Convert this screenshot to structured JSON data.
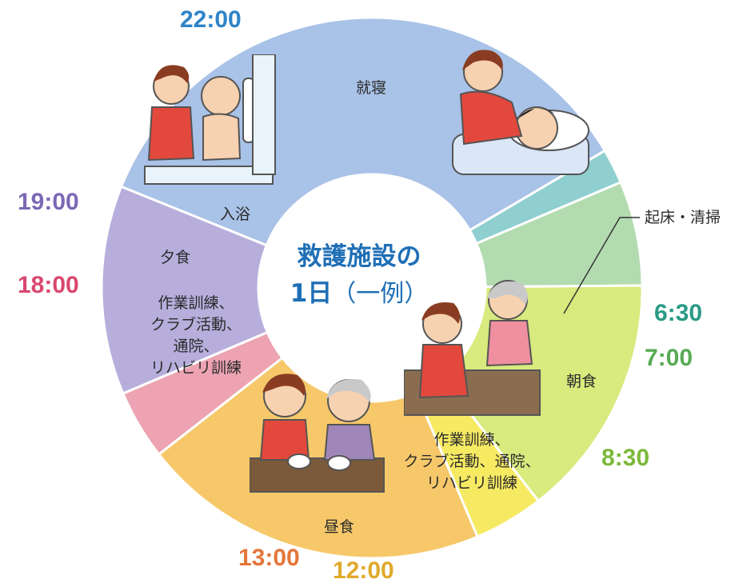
{
  "title": "救護施設の",
  "subtitle_day": "1日",
  "subtitle_example": "（一例）",
  "colors": {
    "sleep": "#a9c2e7",
    "wake": "#8fcfd0",
    "breakfast": "#b3dbb0",
    "work_am": "#d9ea7e",
    "lunch": "#f6ea63",
    "work_pm": "#f6c86a",
    "dinner": "#eda3b1",
    "bath": "#b7aedc",
    "title": "#1f6fb6"
  },
  "segments": [
    {
      "id": "sleep",
      "label": "就寝",
      "start": "22:00",
      "end": "6:30"
    },
    {
      "id": "wake",
      "label": "起床・清掃",
      "start": "6:30",
      "end": "7:00"
    },
    {
      "id": "breakfast",
      "label": "朝食",
      "start": "7:00",
      "end": "8:30"
    },
    {
      "id": "work_am",
      "label": "作業訓練、\nクラブ活動、通院、\nリハビリ訓練",
      "start": "8:30",
      "end": "12:00"
    },
    {
      "id": "lunch",
      "label": "昼食",
      "start": "12:00",
      "end": "13:00"
    },
    {
      "id": "work_pm",
      "label": "作業訓練、\nクラブ活動、\n通院、\nリハビリ訓練",
      "start": "13:00",
      "end": "18:00"
    },
    {
      "id": "dinner",
      "label": "夕食",
      "start": "18:00",
      "end": "19:00"
    },
    {
      "id": "bath",
      "label": "入浴",
      "start": "19:00",
      "end": "22:00"
    }
  ],
  "times": [
    {
      "text": "22:00",
      "color": "#2f84c8"
    },
    {
      "text": "19:00",
      "color": "#7b68b5"
    },
    {
      "text": "18:00",
      "color": "#d9476e"
    },
    {
      "text": "13:00",
      "color": "#e5763a"
    },
    {
      "text": "12:00",
      "color": "#e0a92a"
    },
    {
      "text": "8:30",
      "color": "#7bb93a"
    },
    {
      "text": "7:00",
      "color": "#5aaa55"
    },
    {
      "text": "6:30",
      "color": "#2a9a86"
    }
  ],
  "illustrations": [
    "caregiver-tucking-in-man-illustration",
    "caregiver-bathing-elder-illustration",
    "caregiver-helping-elder-shoes-illustration",
    "women-eating-meal-illustration"
  ]
}
